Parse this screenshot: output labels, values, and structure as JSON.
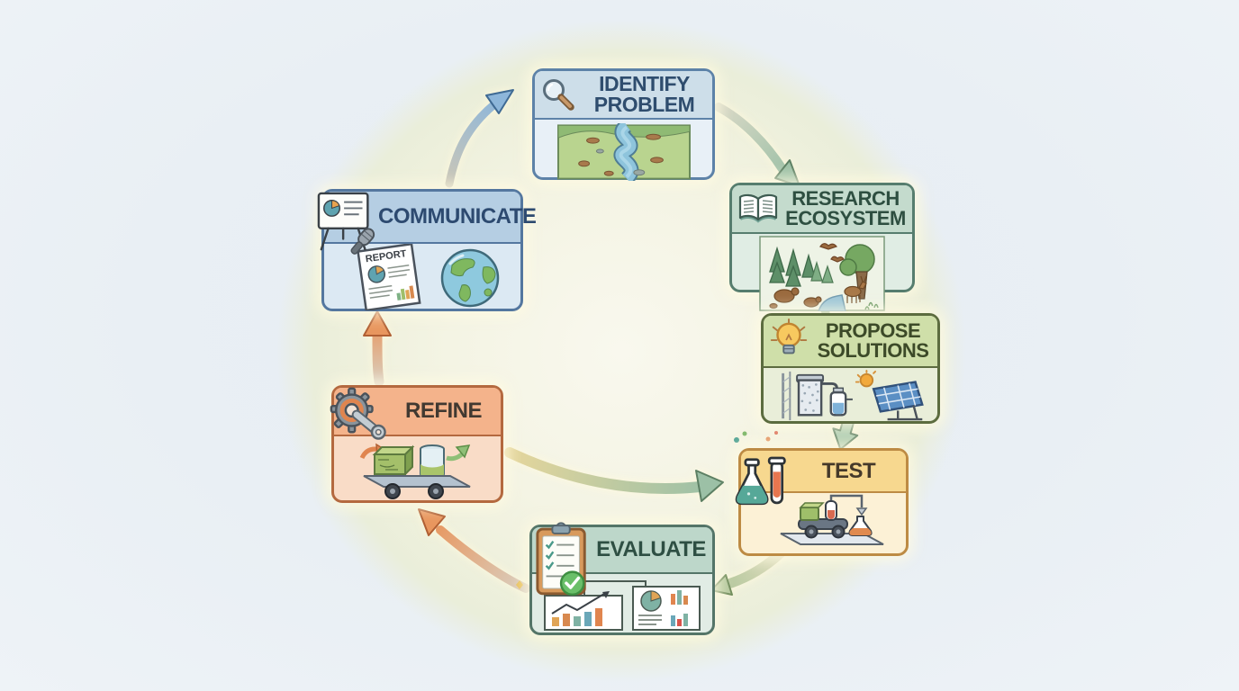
{
  "diagram_type": "engineering-design-cycle",
  "background": {
    "page": "#e9eff4",
    "circle_center": "#f9f8ee",
    "circle_edge": "#eaeeda"
  },
  "steps": {
    "identify_problem": {
      "line1": "IDENTIFY",
      "line2": "PROBLEM",
      "icon": "magnifier-icon",
      "illustration": "polluted-river-scene",
      "border_color": "#5d82a8",
      "header_bg": "#cddee9",
      "body_bg": "#e8f0f7",
      "text_color": "#2f4d6e"
    },
    "research_ecosystem": {
      "line1": "RESEARCH",
      "line2": "ECOSYSTEM",
      "icon": "open-book-icon",
      "illustration": "forest-wildlife-scene",
      "border_color": "#567d6e",
      "header_bg": "#c4dbcd",
      "body_bg": "#e0ede4",
      "text_color": "#2e4f41"
    },
    "propose_solutions": {
      "line1": "PROPOSE",
      "line2": "SOLUTIONS",
      "icon": "lightbulb-icon",
      "illustration": "water-filter-and-solar-panel",
      "border_color": "#5c6c3f",
      "header_bg": "#cfdfa9",
      "body_bg": "#e9eed9",
      "text_color": "#3c4a28"
    },
    "test": {
      "line1": "TEST",
      "icon": "flask-and-test-tube-icon",
      "illustration": "lab-experiment-scene",
      "border_color": "#bd8b44",
      "header_bg": "#f7d88f",
      "body_bg": "#fcf1d6",
      "text_color": "#45392a"
    },
    "evaluate": {
      "line1": "EVALUATE",
      "icon": "clipboard-checklist-icon",
      "illustration": "charts-and-graphs",
      "border_color": "#547568",
      "header_bg": "#bdd7ca",
      "body_bg": "#e1ece5",
      "text_color": "#2e4f43"
    },
    "refine": {
      "line1": "REFINE",
      "icon": "gear-wrench-icon",
      "illustration": "prototype-cart-scene",
      "border_color": "#b4693f",
      "header_bg": "#f4b38b",
      "body_bg": "#f9dcc7",
      "text_color": "#413931"
    },
    "communicate": {
      "line1": "COMMUNICATE",
      "icon": "presentation-mic-icon",
      "illustration": "report-and-globe",
      "report_label": "REPORT",
      "border_color": "#54779f",
      "header_bg": "#b5cee3",
      "body_bg": "#dce9f3",
      "text_color": "#2d4a70"
    }
  },
  "arrows": [
    {
      "from": "communicate",
      "to": "identify_problem",
      "color": "#8db6da"
    },
    {
      "from": "identify_problem",
      "to": "research_ecosystem",
      "color": "#9cc0a6"
    },
    {
      "from": "research_ecosystem",
      "to": "propose_solutions",
      "color": "#9db894"
    },
    {
      "from": "propose_solutions",
      "to": "test",
      "color": "#a9c9ae"
    },
    {
      "from": "test",
      "to": "evaluate",
      "color": "#b3c79c"
    },
    {
      "from": "evaluate",
      "to": "refine",
      "color": "#e8965e"
    },
    {
      "from": "refine",
      "to": "communicate",
      "color": "#e8965e"
    },
    {
      "from": "refine",
      "to": "test",
      "color": "#9cc0a6"
    }
  ]
}
